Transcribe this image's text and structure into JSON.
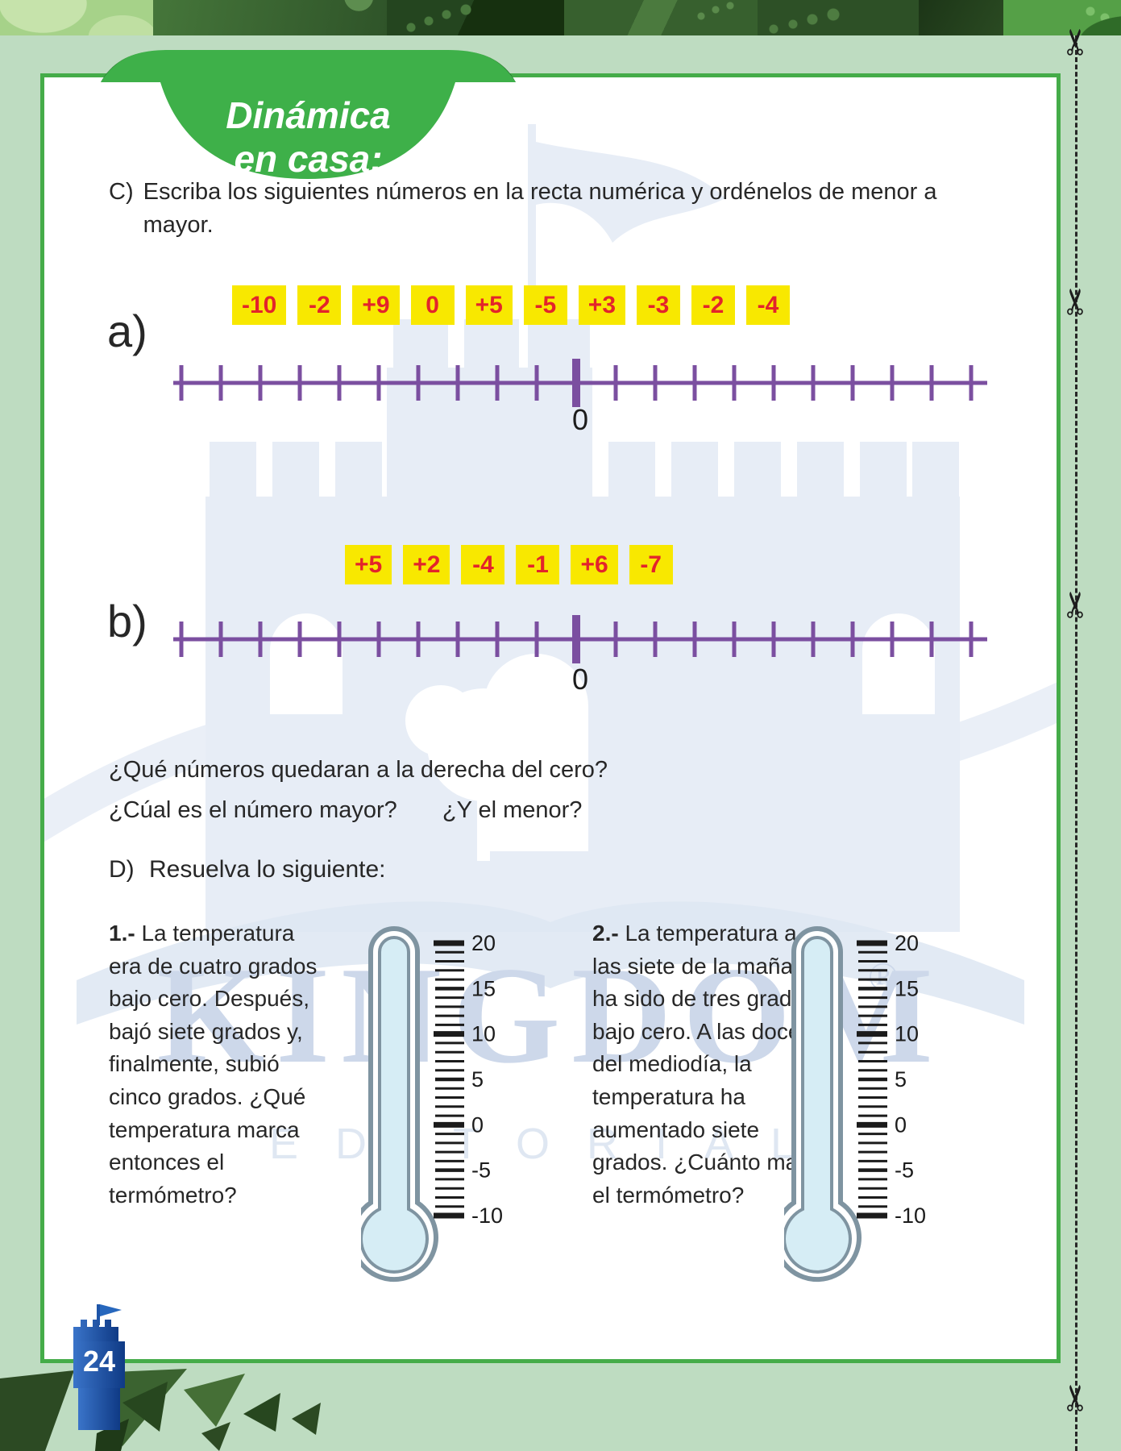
{
  "page": {
    "number": "24"
  },
  "icons": {
    "scissors_glyph": "✂"
  },
  "ribbon": {
    "line1": "Dinámica",
    "line2": "en casa:"
  },
  "section_c": {
    "marker": "C)",
    "line1": "Escriba los siguientes números en la recta numérica y ordénelos de menor a",
    "line2": "mayor."
  },
  "number_tags_row1": [
    "-10",
    "-2",
    "+9",
    "0",
    "+5",
    "-5",
    "+3",
    "-3",
    "-2",
    "-4"
  ],
  "number_tags_row2": [
    "+5",
    "+2",
    "-4",
    "-1",
    "+6",
    "-7"
  ],
  "number_lines": [
    {
      "label": "a)",
      "zero_label": "0",
      "tick_count": 21
    },
    {
      "label": "b)",
      "zero_label": "0",
      "tick_count": 21
    }
  ],
  "questions": {
    "q1": "¿Qué números quedaran a la derecha del cero?",
    "q2a": "¿Cúal es el número mayor?",
    "q2b": "¿Y el menor?"
  },
  "section_d": {
    "marker": "D)",
    "text": "Resuelva lo siguiente:"
  },
  "problems": [
    {
      "number": "1.-",
      "text": " La temperatura era de cuatro grados bajo cero. Después, bajó siete grados y, finalmente, subió cinco grados. ¿Qué temperatura marca entonces el termómetro?"
    },
    {
      "number": "2.-",
      "text": " La temperatura a las siete de la mañana ha sido de tres grados bajo cero. A las doce del mediodía, la temperatura ha aumentado siete grados. ¿Cuánto marca el termómetro?"
    }
  ],
  "thermometer": {
    "max": 20,
    "min": -10,
    "label_step": 5,
    "labels": [
      "20",
      "15",
      "10",
      "5",
      "0",
      "-5",
      "-10"
    ]
  },
  "watermark": {
    "brand": "KINGDOM",
    "registered": "®",
    "sub": "EDITORIAL"
  },
  "colors": {
    "page-bg": "#bedcc1",
    "card-border": "#45ac49",
    "ribbon-green": "#3eb049",
    "tag-yellow": "#f8e800",
    "tag-red": "#e3242b",
    "line-purple": "#7b4fa0",
    "ink": "#272727",
    "thermo-outline": "#7f94a1",
    "thermo-fill": "#d6edf5",
    "tick-black": "#1b1b1b",
    "tower-blue": "#1d55a8"
  }
}
